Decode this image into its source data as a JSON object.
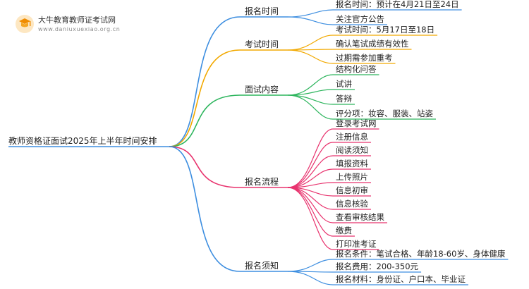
{
  "logo": {
    "title": "大牛教育教师证考试网",
    "url": "www.daniuxuexiao.org.cn"
  },
  "colors": {
    "blue": "#3d8ee0",
    "orange": "#f2a900",
    "green": "#2db55d",
    "pink": "#e8336e"
  },
  "root": {
    "label": "教师资格证面试2025年上半年时间安排"
  },
  "branches": [
    {
      "id": "signup-time",
      "label": "报名时间",
      "color": "blue",
      "leaves": [
        "报名时间：预计在4月21日至24日",
        "关注官方公告"
      ]
    },
    {
      "id": "exam-time",
      "label": "考试时间",
      "color": "orange",
      "leaves": [
        "考试时间：5月17日至18日",
        "确认笔试成绩有效性",
        "过期需参加重考"
      ]
    },
    {
      "id": "interview-content",
      "label": "面试内容",
      "color": "green",
      "leaves": [
        "结构化问答",
        "试讲",
        "答辩",
        "评分项：妆容、服装、站姿"
      ]
    },
    {
      "id": "signup-process",
      "label": "报名流程",
      "color": "pink",
      "leaves": [
        "登录考试网",
        "注册信息",
        "阅读须知",
        "填报资料",
        "上传照片",
        "信息初审",
        "信息核验",
        "查看审核结果",
        "缴费",
        "打印准考证"
      ]
    },
    {
      "id": "signup-notes",
      "label": "报名须知",
      "color": "blue",
      "leaves": [
        "报名条件：笔试合格、年龄18-60岁、身体健康",
        "报名费用：200-350元",
        "报名材料：身份证、户口本、毕业证"
      ]
    }
  ]
}
